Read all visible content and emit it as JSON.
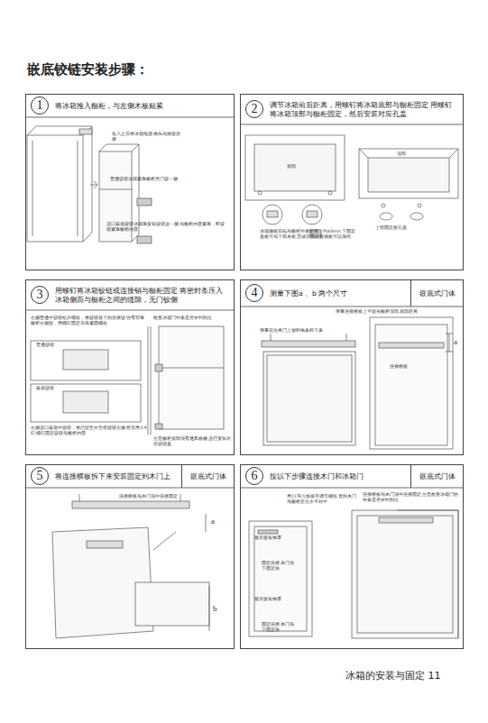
{
  "diagram": {
    "title": "嵌底铰链安装步骤：",
    "caption": "冰箱的安装与固定 11",
    "nodes": [
      {
        "text": [
          "将冰箱推入橱柜，与左侧木板贴紧"
        ]
      },
      {
        "text": [
          "1"
        ],
        "in": 0
      },
      {
        "text": [
          "调节冰箱前后距离，用螺钉将冰箱底部与橱柜固定 用螺钉将冰箱顶部与橱柜固定，然后安装对应孔盖"
        ]
      },
      {
        "text": [
          "2"
        ],
        "in": 2
      },
      {
        "text": [
          "用螺钉将冰箱铰链或连接销与橱柜固定 将密封条压入冰箱侧面与橱柜之间的缝隙，无门铰侧"
        ]
      },
      {
        "text": [
          "3"
        ],
        "in": 4
      },
      {
        "text": [
          "测量下图a 、b 两个尺寸"
        ]
      },
      {
        "text": [
          "4"
        ],
        "in": 6
      },
      {
        "text": [
          "嵌底式门体"
        ],
        "in": 6
      },
      {
        "text": [
          "将连接横板拆下来安装固定到木门上"
        ]
      },
      {
        "text": [
          "5"
        ],
        "in": 9
      },
      {
        "text": [
          "嵌底式门体"
        ],
        "in": 9
      },
      {
        "text": [
          "按以下步骤连接木门和冰箱门"
        ]
      },
      {
        "text": [
          "6"
        ],
        "in": 12
      },
      {
        "text": [
          "嵌底式门体"
        ],
        "in": 12
      }
    ],
    "labels": [
      "装入之后将冰箱电源 插头与插座连接",
      "普通铰链冰箱紧靠橱柜无门铰一侧",
      "进口嵌底铰链冰箱靠安装铰链这一侧 与橱柜内壁紧靠，即铰链紧靠橱柜内壁",
      "底部",
      "冰箱侧板前端与橱柜外缘距离，约43mm 下固定盖板可与下部木板 完成后固定盖钢板可以保持",
      "顶部",
      "上部固定板孔盖",
      "右侧普通中铰链松开螺栓，将铰链底下的连接铰 往有符靠橱柜右侧面，用螺钉固定后再紧固螺栓",
      "普通铰链",
      "嵌底铰链",
      "右侧进口嵌底中铰链，将凸型垫片垫在铰链右侧 然后用3.9 钉 螺钉固定铰链与橱柜内壁",
      "检查冰箱门封条是否密封到位",
      "注意橱柜底部须有通风格栅 进行安装对应铰链盖",
      "测量连接横板上平面与橱柜顶部,底部距离",
      "测量前先将门上塑料饰条料下来",
      "连接横板",
      "a",
      "连接横板与木门顶中连接固定",
      "a",
      "b",
      "用11号六角扳手调节螺栓 直到木门与橱柜左右水平对中",
      "连接横板与木门顶中连接固定 注意检查冰箱门的密条是否密封到位",
      "最后安装饰罩",
      "固定连接 木门与下固定块",
      "最后安装饰罩",
      "固定连接 木门与下固定块"
    ]
  }
}
